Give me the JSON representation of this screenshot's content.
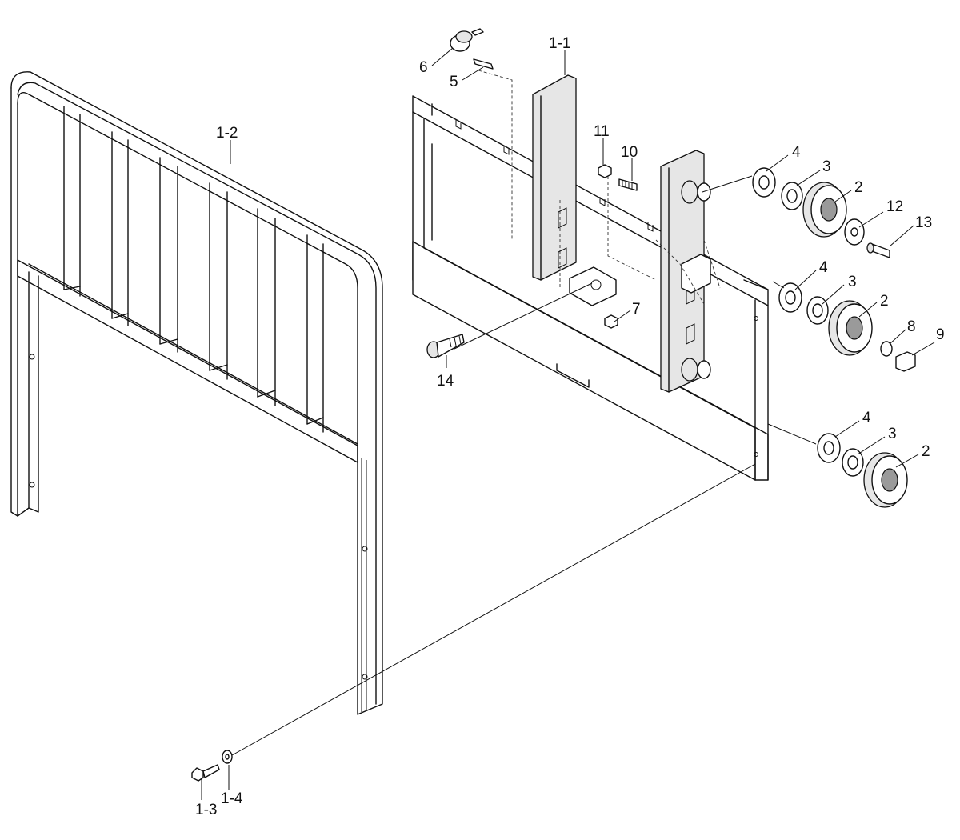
{
  "callouts": [
    {
      "id": "1-1",
      "label": "1-1"
    },
    {
      "id": "1-2",
      "label": "1-2"
    },
    {
      "id": "1-3",
      "label": "1-3"
    },
    {
      "id": "1-4",
      "label": "1-4"
    },
    {
      "id": "2a",
      "label": "2"
    },
    {
      "id": "2b",
      "label": "2"
    },
    {
      "id": "2c",
      "label": "2"
    },
    {
      "id": "3a",
      "label": "3"
    },
    {
      "id": "3b",
      "label": "3"
    },
    {
      "id": "3c",
      "label": "3"
    },
    {
      "id": "4a",
      "label": "4"
    },
    {
      "id": "4b",
      "label": "4"
    },
    {
      "id": "4c",
      "label": "4"
    },
    {
      "id": "5",
      "label": "5"
    },
    {
      "id": "6",
      "label": "6"
    },
    {
      "id": "7",
      "label": "7"
    },
    {
      "id": "8",
      "label": "8"
    },
    {
      "id": "9",
      "label": "9"
    },
    {
      "id": "10",
      "label": "10"
    },
    {
      "id": "11",
      "label": "11"
    },
    {
      "id": "12",
      "label": "12"
    },
    {
      "id": "13",
      "label": "13"
    },
    {
      "id": "14",
      "label": "14"
    }
  ]
}
